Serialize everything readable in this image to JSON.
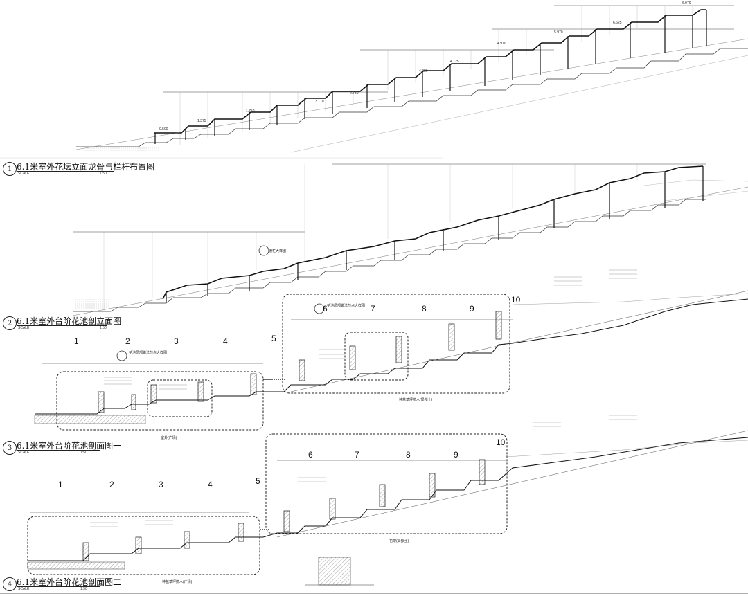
{
  "drawings": [
    {
      "num": "1",
      "title": "6.1米室外花坛立面龙骨与栏杆布置图",
      "scale_label": "SCALE",
      "scale": "1:50"
    },
    {
      "num": "2",
      "title": "6.1米室外台阶花池剖立面图",
      "scale_label": "SCALE",
      "scale": "1:50"
    },
    {
      "num": "3",
      "title": "6.1米室外台阶花池剖面图一",
      "scale_label": "SCALE",
      "scale": "1:50"
    },
    {
      "num": "4",
      "title": "6.1米室外台阶花池剖面图二",
      "scale_label": "SCALE",
      "scale": "1:50"
    }
  ],
  "section3_segments": [
    "1",
    "2",
    "3",
    "4",
    "5",
    "6",
    "7",
    "8",
    "9",
    "10"
  ],
  "section4_segments": [
    "1",
    "2",
    "3",
    "4",
    "5",
    "6",
    "7",
    "8",
    "9",
    "10"
  ],
  "elevations_top": [
    "6.970",
    "6.625",
    "5.970",
    "4.970",
    "4.480",
    "4.125",
    "3.170",
    "2.750",
    "1.750",
    "1.375",
    "0.500"
  ],
  "notes": {
    "site_soil_3": "室外(广场)",
    "site_soil_3b": "种盆草坪挤木(局部土)",
    "site_soil_4": "种盆草坪挤木(广场)",
    "site_soil_4b": "花架(局部土)",
    "detail_label_2": "栅栏大样图",
    "detail_label_3": "花池局部做法节点大样图",
    "detail_label_3b": "花池局部做法节点大样图"
  },
  "colors": {
    "line": "#222222",
    "hatch": "#555555",
    "paper": "#ffffff"
  }
}
